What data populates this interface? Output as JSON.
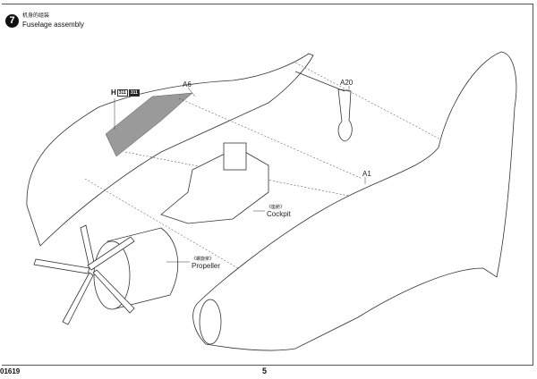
{
  "step": {
    "number": "7",
    "title_cn": "机身的组装",
    "title_en": "Fuselage assembly"
  },
  "part_labels": {
    "a6": "A6",
    "a20": "A20",
    "a1": "A1",
    "h_marker": "H",
    "h_code_1": "311",
    "h_code_2": "311"
  },
  "callouts": {
    "cockpit_cn": "《座舱》",
    "cockpit_en": "Cockpit",
    "propeller_cn": "《螺旋桨》",
    "propeller_en": "Propeller"
  },
  "footer": {
    "kit_code": "01619",
    "page_number": "5"
  },
  "colors": {
    "line": "#333333",
    "shade": "#9a9a9a"
  }
}
